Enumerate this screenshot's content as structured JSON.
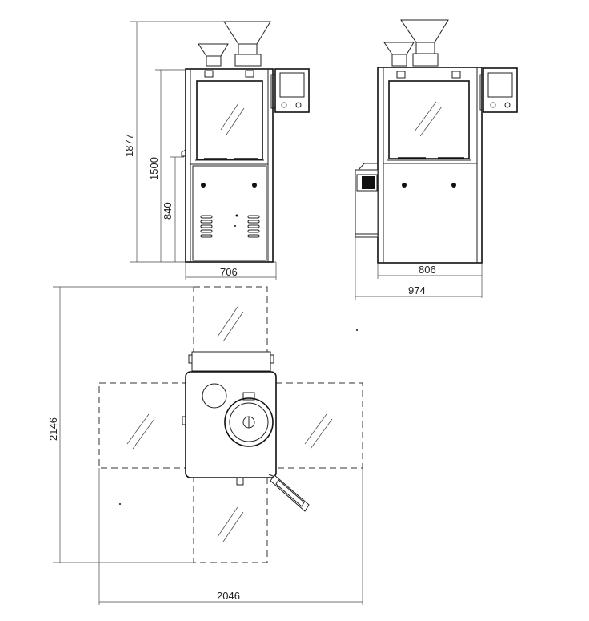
{
  "dimensions": {
    "front_total_height": "1877",
    "front_body_height": "1500",
    "front_lower_height": "840",
    "front_width": "706",
    "side_body_width": "806",
    "side_total_width": "974",
    "plan_depth": "2146",
    "plan_width": "2046"
  },
  "colors": {
    "line": "#222222",
    "background": "#ffffff"
  }
}
